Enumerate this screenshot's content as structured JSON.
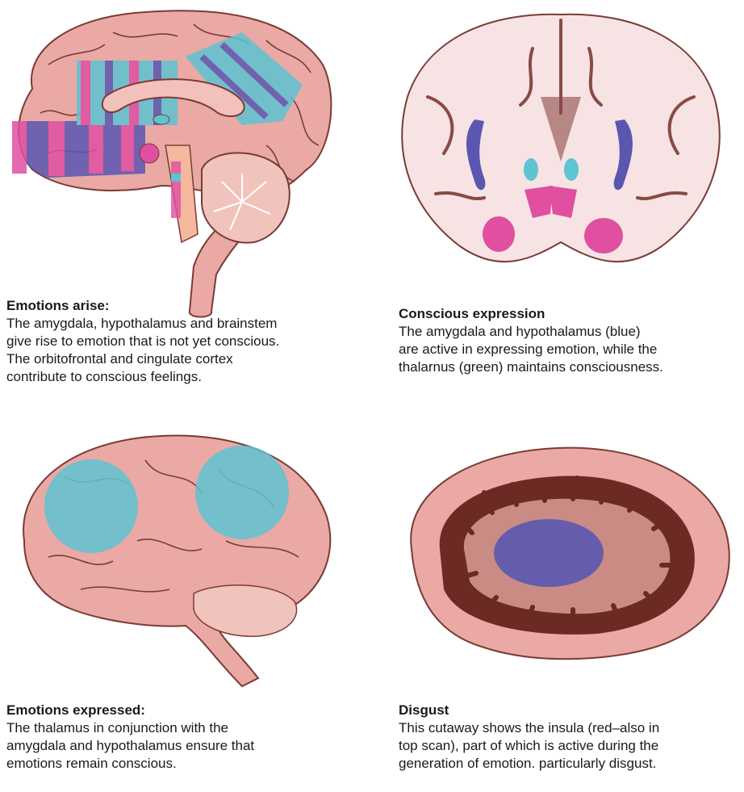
{
  "panels": [
    {
      "title": "Emotions arise:",
      "body": "The amygdala, hypothalamus and brainstem\ngive rise to emotion that is not yet conscious.\nThe orbitofrontal and cingulate cortex\ncontribute to conscious feelings."
    },
    {
      "title": "Conscious expression",
      "body": "The amygdala and hypothalamus (blue)\nare active in expressing emotion, while the\nthalarnus (green) maintains consciousness."
    },
    {
      "title": "Emotions expressed:",
      "body": "The thalamus in conjunction with the\namygdala and hypothalamus ensure that\nemotions remain conscious."
    },
    {
      "title": "Disgust",
      "body": "This cutaway shows the insula (red–also in\ntop scan), part of which is active during the\ngeneration of emotion. particularly disgust."
    }
  ],
  "colors": {
    "brain_fill": "#eaa9a4",
    "brain_stroke": "#7a3b35",
    "pale_fill": "#f7e3e3",
    "dark_fold": "#6b2a24",
    "cyan": "#5ec3d3",
    "magenta": "#e04fa0",
    "purple": "#5b56b0"
  }
}
